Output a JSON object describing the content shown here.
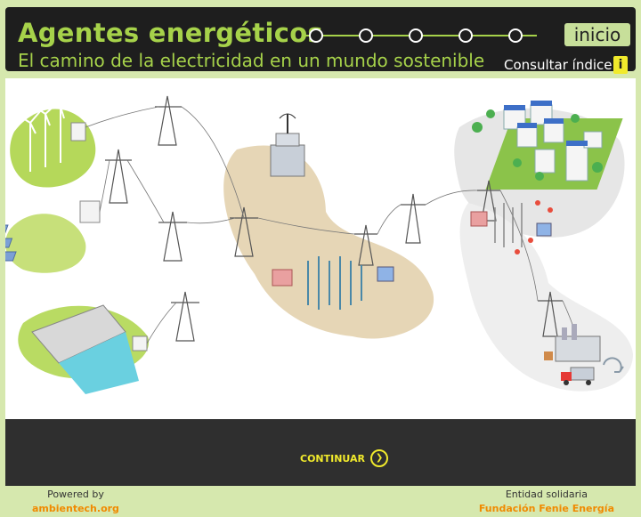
{
  "header": {
    "title": "Agentes energéticos",
    "subtitle": "El camino de la electricidad en un mundo sostenible",
    "home_label": "inicio",
    "index_label": "Consultar índice",
    "info_label": "i",
    "progress_steps": 5,
    "accent": "#a6d24a"
  },
  "scene": {
    "description_icons": [
      "wind-turbines",
      "solar-panels",
      "hydro-dam",
      "transmission-towers",
      "substation",
      "city-buildings",
      "factory",
      "truck"
    ]
  },
  "footer": {
    "continue_label": "CONTINUAR",
    "powered_label": "Powered by",
    "powered_link": "ambientech.org",
    "entity_label": "Entidad solidaria",
    "entity_link": "Fundación Fenie Energía"
  }
}
